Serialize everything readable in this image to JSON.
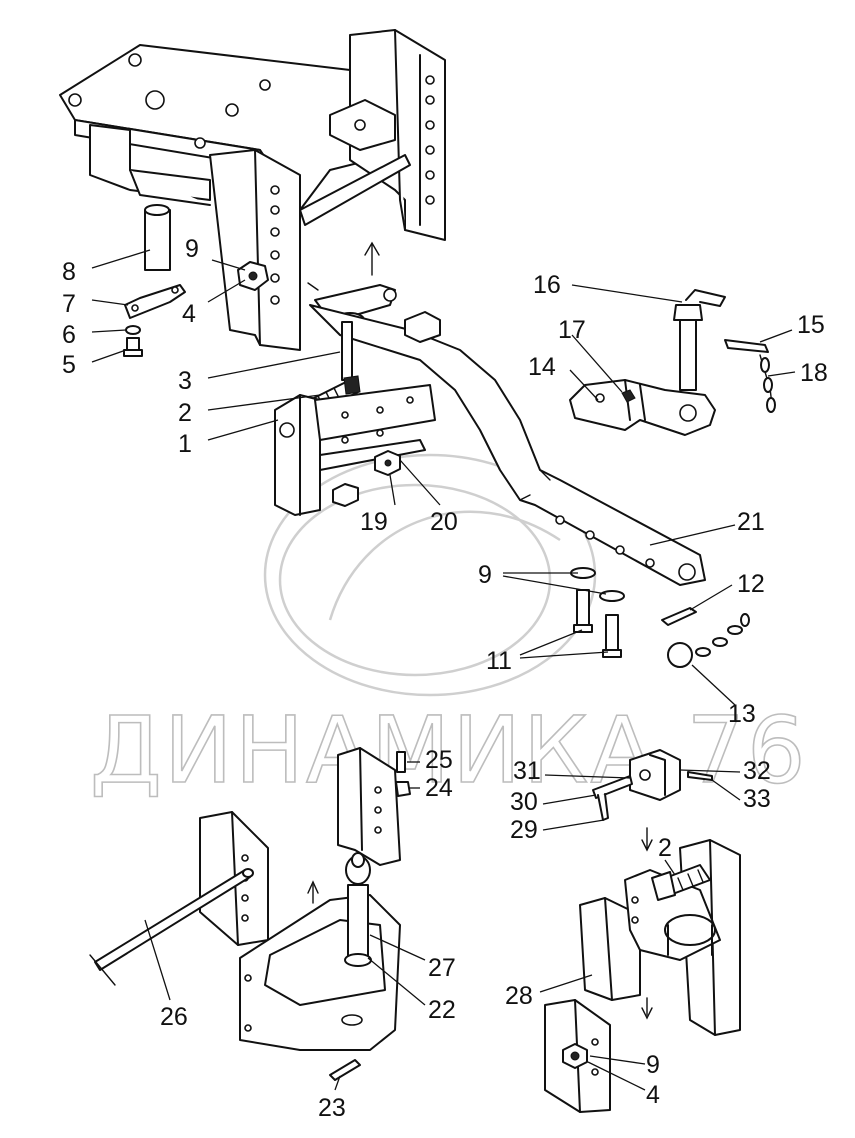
{
  "watermark": "ДИНАМИКА 76",
  "labels": [
    "8",
    "7",
    "6",
    "5",
    "9",
    "4",
    "3",
    "2",
    "1",
    "19",
    "20",
    "16",
    "17",
    "14",
    "15",
    "18",
    "21",
    "12",
    "9",
    "11",
    "13",
    "25",
    "24",
    "31",
    "32",
    "30",
    "33",
    "29",
    "2",
    "27",
    "28",
    "22",
    "26",
    "9",
    "4",
    "23"
  ]
}
